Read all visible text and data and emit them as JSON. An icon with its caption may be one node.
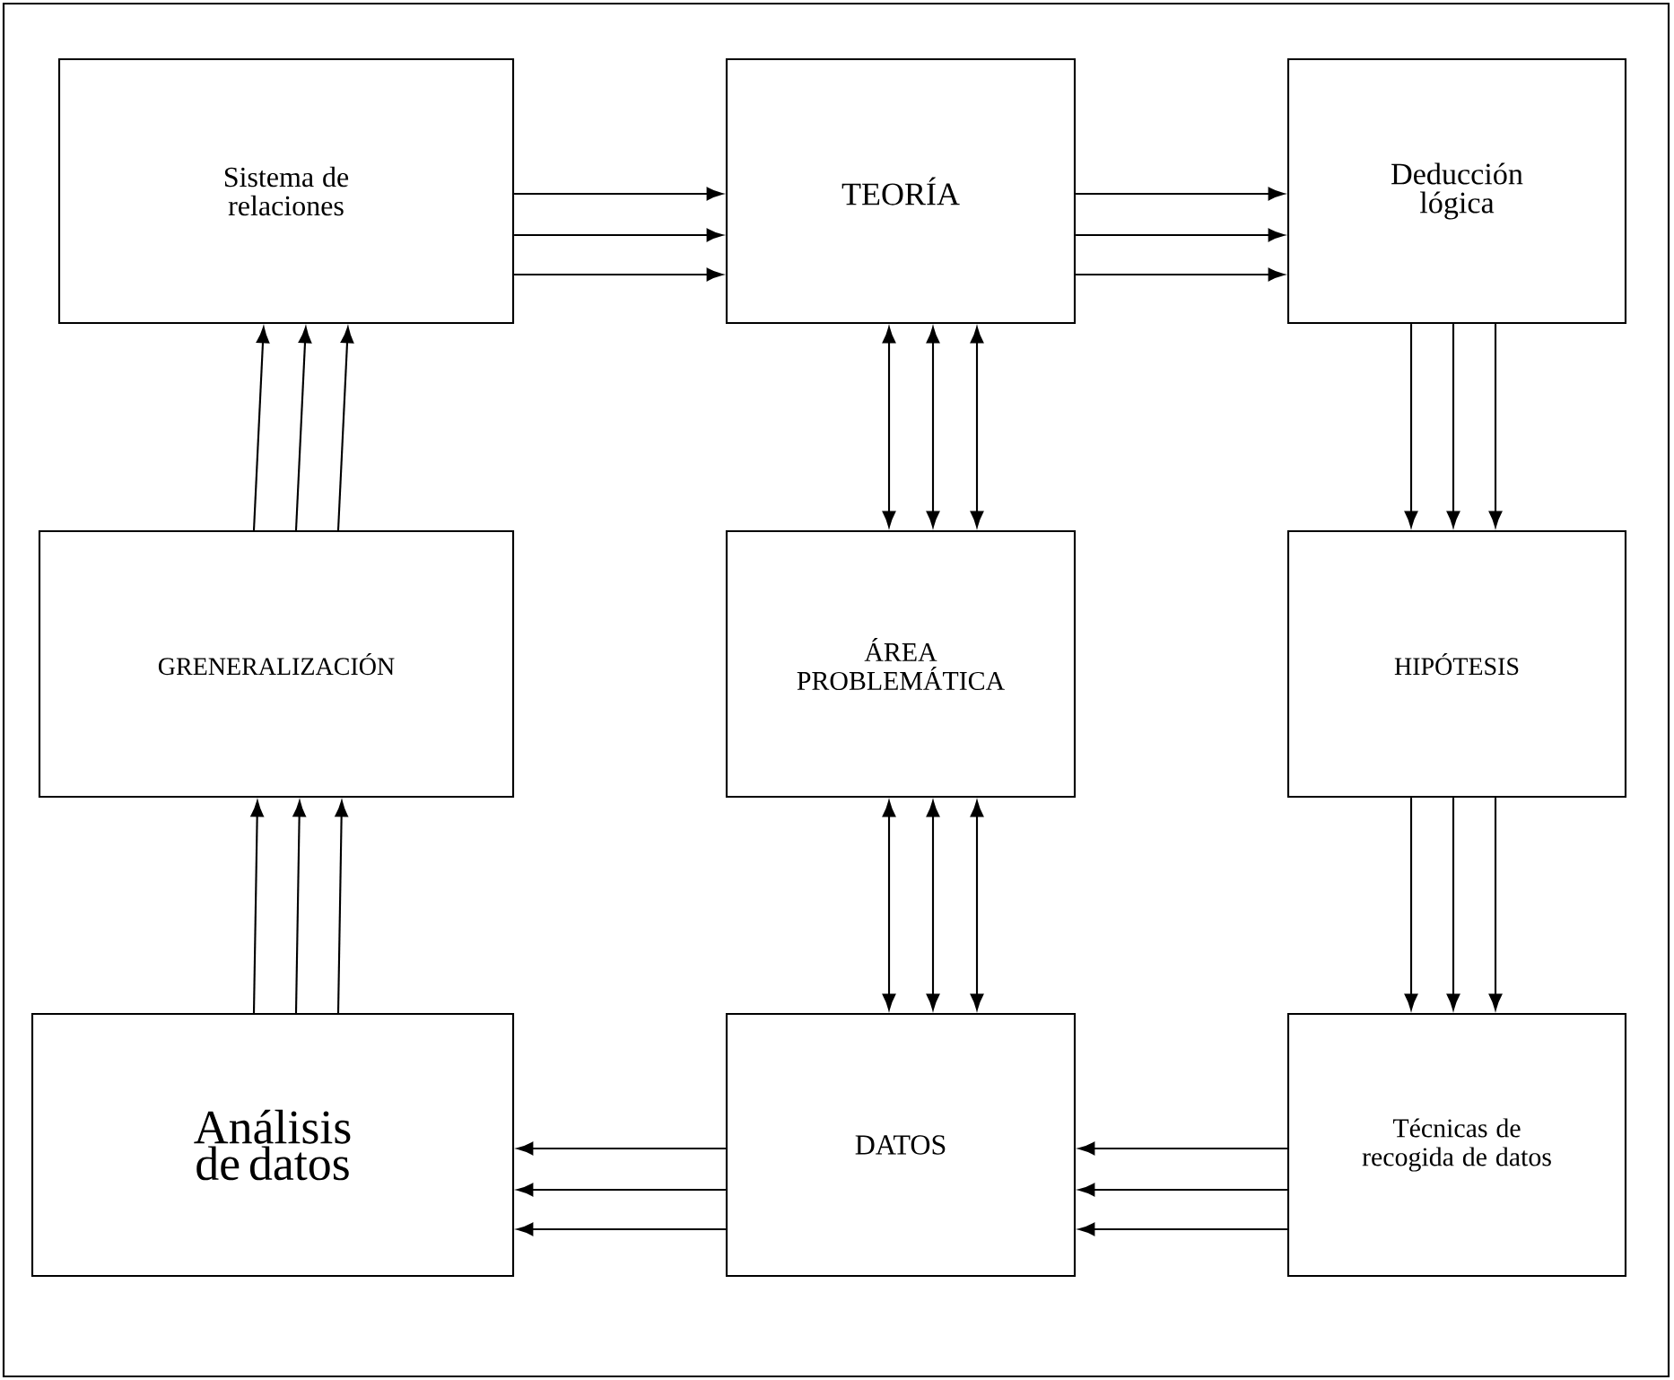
{
  "diagram": {
    "nodes": [
      {
        "text": [
          "Sistema de relaciones"
        ]
      },
      {
        "text": [
          "TEORÍA"
        ]
      },
      {
        "text": [
          "Deducción lógica"
        ]
      },
      {
        "text": [
          "GRENERALIZACIÓN"
        ]
      },
      {
        "text": [
          "ÁREA PROBLEMÁTICA"
        ]
      },
      {
        "text": [
          "HIPÓTESIS"
        ]
      },
      {
        "text": [
          "Análisis de datos"
        ]
      },
      {
        "text": [
          "DATOS"
        ]
      },
      {
        "text": [
          "Técnicas de recogida de datos"
        ]
      }
    ],
    "edges": [
      {
        "from": 0,
        "to": 1,
        "arrow": "to"
      },
      {
        "from": 0,
        "to": 1,
        "arrow": "to"
      },
      {
        "from": 0,
        "to": 1,
        "arrow": "to"
      },
      {
        "from": 1,
        "to": 2,
        "arrow": "to"
      },
      {
        "from": 1,
        "to": 2,
        "arrow": "to"
      },
      {
        "from": 1,
        "to": 2,
        "arrow": "to"
      },
      {
        "from": 1,
        "to": 4,
        "arrow": "both"
      },
      {
        "from": 1,
        "to": 4,
        "arrow": "both"
      },
      {
        "from": 1,
        "to": 4,
        "arrow": "both"
      },
      {
        "from": 2,
        "to": 5,
        "arrow": "to"
      },
      {
        "from": 2,
        "to": 5,
        "arrow": "to"
      },
      {
        "from": 2,
        "to": 5,
        "arrow": "to"
      },
      {
        "from": 3,
        "to": 0,
        "arrow": "to"
      },
      {
        "from": 3,
        "to": 0,
        "arrow": "to"
      },
      {
        "from": 3,
        "to": 0,
        "arrow": "to"
      },
      {
        "from": 4,
        "to": 7,
        "arrow": "both"
      },
      {
        "from": 4,
        "to": 7,
        "arrow": "both"
      },
      {
        "from": 4,
        "to": 7,
        "arrow": "both"
      },
      {
        "from": 5,
        "to": 8,
        "arrow": "to"
      },
      {
        "from": 5,
        "to": 8,
        "arrow": "to"
      },
      {
        "from": 5,
        "to": 8,
        "arrow": "to"
      },
      {
        "from": 6,
        "to": 3,
        "arrow": "to"
      },
      {
        "from": 6,
        "to": 3,
        "arrow": "to"
      },
      {
        "from": 6,
        "to": 3,
        "arrow": "to"
      },
      {
        "from": 7,
        "to": 6,
        "arrow": "to"
      },
      {
        "from": 7,
        "to": 6,
        "arrow": "to"
      },
      {
        "from": 7,
        "to": 6,
        "arrow": "to"
      },
      {
        "from": 8,
        "to": 7,
        "arrow": "to"
      },
      {
        "from": 8,
        "to": 7,
        "arrow": "to"
      },
      {
        "from": 8,
        "to": 7,
        "arrow": "to"
      }
    ]
  }
}
